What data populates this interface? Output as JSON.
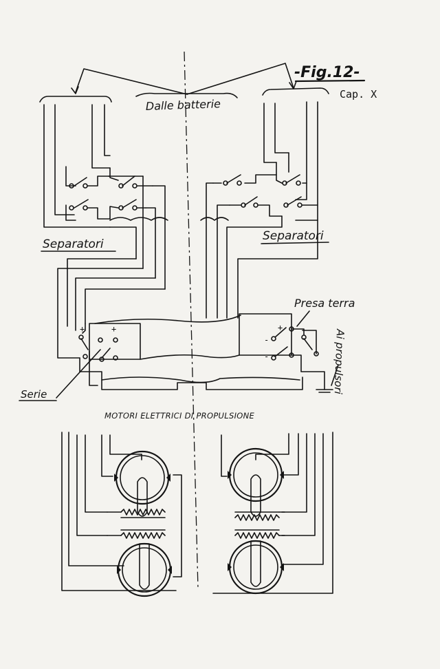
{
  "labels": {
    "figure": "-Fig.12-",
    "chapter": "Cap. X",
    "source": "Dalle batterie",
    "separators_left": "Separatori",
    "separators_right": "Separatori",
    "earth": "Presa terra",
    "propellers": "Ai propulsori",
    "series": "Serie",
    "motors": "MOTORI ELETTRICI DI PROPULSIONE",
    "plus_sign": "+",
    "minus_sign": "-"
  },
  "colors": {
    "ink": "#141414",
    "paper": "#f4f3ef"
  }
}
